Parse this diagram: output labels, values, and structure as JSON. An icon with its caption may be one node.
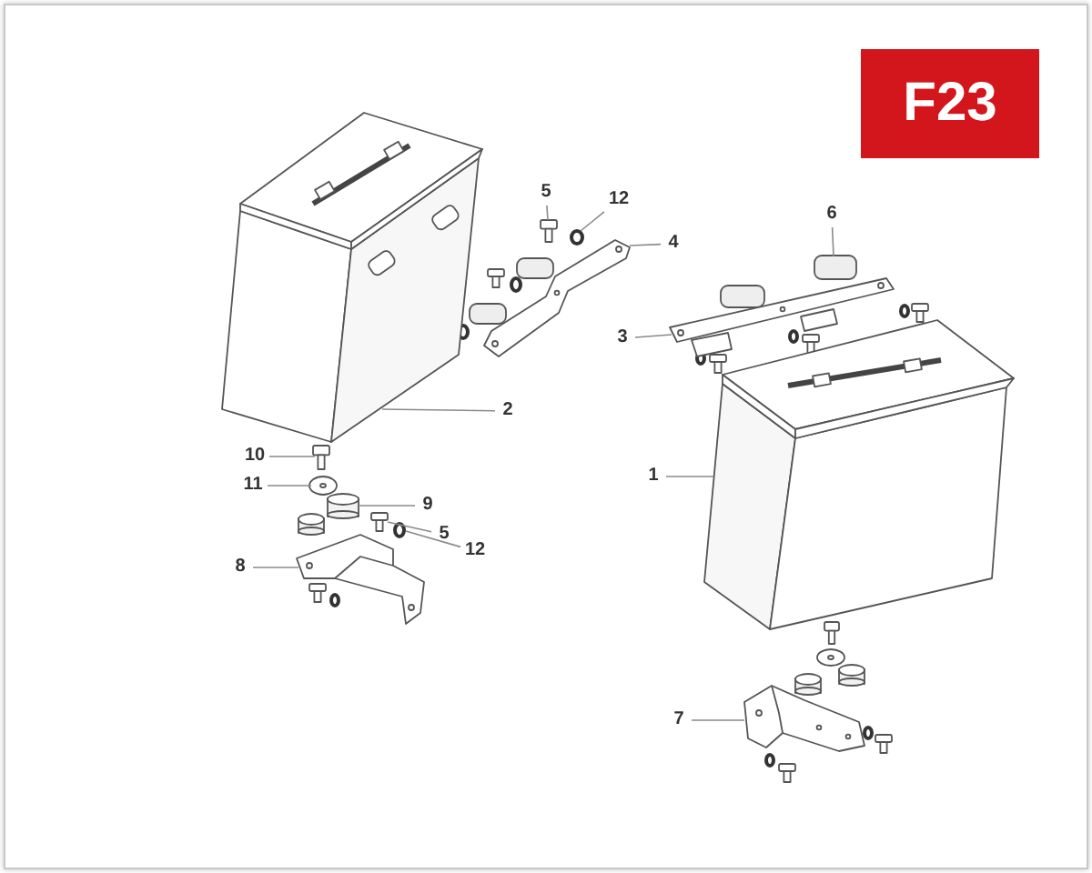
{
  "diagram": {
    "nodes": [
      {
        "text": [
          "F23"
        ]
      },
      {
        "text": [
          "6"
        ]
      },
      {
        "text": [],
        "shape": "box"
      },
      {
        "text": [
          "5"
        ]
      },
      {
        "text": [],
        "shape": "picture"
      },
      {
        "text": [
          "12"
        ]
      },
      {
        "text": [],
        "shape": "circle"
      },
      {
        "text": [
          "4"
        ]
      },
      {
        "text": [],
        "shape": "picture"
      },
      {
        "text": [
          "3"
        ]
      },
      {
        "text": [],
        "shape": "picture"
      },
      {
        "text": [
          "2"
        ]
      },
      {
        "text": [],
        "shape": "picture"
      },
      {
        "text": [
          "10"
        ]
      },
      {
        "text": [],
        "shape": "picture"
      },
      {
        "text": [
          "11"
        ]
      },
      {
        "text": [],
        "shape": "picture"
      },
      {
        "text": [
          "1"
        ]
      },
      {
        "text": [],
        "shape": "picture"
      },
      {
        "text": [
          "9"
        ]
      },
      {
        "text": [],
        "shape": "picture"
      },
      {
        "text": [
          "5"
        ]
      },
      {
        "text": [],
        "shape": "picture"
      },
      {
        "text": [
          "12"
        ]
      },
      {
        "text": [],
        "shape": "circle"
      },
      {
        "text": [
          "8"
        ]
      },
      {
        "text": [],
        "shape": "picture"
      },
      {
        "text": [
          "7"
        ]
      },
      {
        "text": [],
        "shape": "picture"
      }
    ],
    "edges": [
      {
        "from": 1,
        "to": 2,
        "arrow": "none"
      },
      {
        "from": 3,
        "to": 4,
        "arrow": "none"
      },
      {
        "from": 5,
        "to": 6,
        "arrow": "none"
      },
      {
        "from": 7,
        "to": 8,
        "arrow": "none"
      },
      {
        "from": 9,
        "to": 10,
        "arrow": "none"
      },
      {
        "from": 11,
        "to": 12,
        "arrow": "none"
      },
      {
        "from": 13,
        "to": 14,
        "arrow": "none"
      },
      {
        "from": 15,
        "to": 16,
        "arrow": "none"
      },
      {
        "from": 17,
        "to": 18,
        "arrow": "none"
      },
      {
        "from": 19,
        "to": 20,
        "arrow": "none"
      },
      {
        "from": 21,
        "to": 22,
        "arrow": "none"
      },
      {
        "from": 23,
        "to": 24,
        "arrow": "none"
      },
      {
        "from": 25,
        "to": 26,
        "arrow": "none"
      },
      {
        "from": 27,
        "to": 28,
        "arrow": "none"
      }
    ]
  }
}
